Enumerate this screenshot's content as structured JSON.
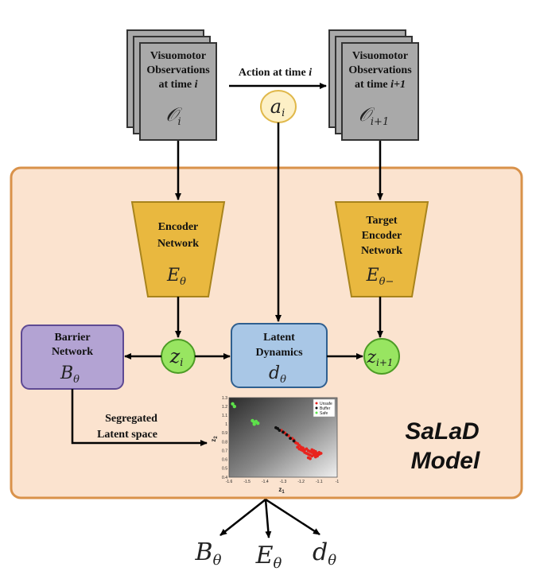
{
  "observations_left": {
    "line1": "Visuomotor",
    "line2": "Observations",
    "line3": "at time ",
    "line3_var": "i",
    "symbol": "𝒪",
    "symbol_sub": "i"
  },
  "observations_right": {
    "line1": "Visuomotor",
    "line2": "Observations",
    "line3": "at time ",
    "line3_var": "i+1",
    "symbol": "𝒪",
    "symbol_sub": "i+1"
  },
  "action": {
    "label": "Action at time ",
    "label_var": "i",
    "symbol": "a",
    "symbol_sub": "i"
  },
  "encoder": {
    "line1": "Encoder",
    "line2": "Network",
    "symbol": "E",
    "symbol_sub": "θ"
  },
  "target_encoder": {
    "line1": "Target",
    "line2": "Encoder",
    "line3": "Network",
    "symbol": "E",
    "symbol_sub": "θ−"
  },
  "barrier": {
    "line1": "Barrier",
    "line2": "Network",
    "symbol": "B",
    "symbol_sub": "θ"
  },
  "latent_dynamics": {
    "line1": "Latent",
    "line2": "Dynamics",
    "symbol": "d",
    "symbol_sub": "θ"
  },
  "z_i": {
    "symbol": "z",
    "symbol_sub": "i"
  },
  "z_next": {
    "symbol": "z",
    "symbol_sub": "i+1"
  },
  "segregated": {
    "line1": "Segregated",
    "line2": "Latent space"
  },
  "model": {
    "line1": "SaLaD",
    "line2": "Model"
  },
  "outputs": [
    {
      "symbol": "B",
      "symbol_sub": "θ"
    },
    {
      "symbol": "E",
      "symbol_sub": "θ"
    },
    {
      "symbol": "d",
      "symbol_sub": "θ"
    }
  ],
  "colors": {
    "model_fill": "#fbe3cf",
    "model_stroke": "#d9924a",
    "encoder_fill": "#e9b83f",
    "encoder_stroke": "#a8841c",
    "barrier_fill": "#b3a3d3",
    "barrier_stroke": "#5e4a93",
    "dynamics_fill": "#a9c7e6",
    "dynamics_stroke": "#2f5f8f",
    "latent_fill": "#98e561",
    "latent_stroke": "#4c9c25",
    "action_fill": "#fdf0c6",
    "action_stroke": "#e0b84a",
    "obs_fill": "#a9a9a9",
    "obs_stroke": "#333333"
  },
  "chart_data": {
    "type": "scatter",
    "xlabel": "z",
    "xlabel_sub": "1",
    "ylabel": "z",
    "ylabel_sub": "2",
    "xlim": [
      -1.6,
      -1.0
    ],
    "ylim": [
      0.4,
      1.3
    ],
    "xticks": [
      "-1.6",
      "-1.5",
      "-1.4",
      "-1.3",
      "-1.2",
      "-1.1",
      "-1"
    ],
    "yticks": [
      "0.4",
      "0.5",
      "0.6",
      "0.7",
      "0.8",
      "0.9",
      "1",
      "1.1",
      "1.2",
      "1.3"
    ],
    "legend_position": "top-right",
    "series": [
      {
        "name": "Unsafe",
        "color": "#e8231d",
        "points": [
          [
            -1.31,
            0.93
          ],
          [
            -1.29,
            0.9
          ],
          [
            -1.27,
            0.87
          ],
          [
            -1.25,
            0.84
          ],
          [
            -1.24,
            0.82
          ],
          [
            -1.23,
            0.79
          ],
          [
            -1.22,
            0.78
          ],
          [
            -1.21,
            0.76
          ],
          [
            -1.2,
            0.74
          ],
          [
            -1.19,
            0.73
          ],
          [
            -1.18,
            0.71
          ],
          [
            -1.17,
            0.72
          ],
          [
            -1.16,
            0.7
          ],
          [
            -1.15,
            0.69
          ],
          [
            -1.14,
            0.68
          ],
          [
            -1.13,
            0.67
          ],
          [
            -1.12,
            0.69
          ],
          [
            -1.11,
            0.67
          ],
          [
            -1.1,
            0.66
          ],
          [
            -1.19,
            0.7
          ],
          [
            -1.18,
            0.68
          ],
          [
            -1.16,
            0.66
          ],
          [
            -1.15,
            0.65
          ],
          [
            -1.14,
            0.64
          ],
          [
            -1.13,
            0.65
          ],
          [
            -1.12,
            0.63
          ],
          [
            -1.11,
            0.64
          ],
          [
            -1.17,
            0.67
          ],
          [
            -1.2,
            0.71
          ],
          [
            -1.21,
            0.72
          ],
          [
            -1.13,
            0.7
          ],
          [
            -1.12,
            0.66
          ],
          [
            -1.16,
            0.62
          ],
          [
            -1.15,
            0.61
          ],
          [
            -1.1,
            0.68
          ],
          [
            -1.14,
            0.71
          ],
          [
            -1.09,
            0.67
          ],
          [
            -1.22,
            0.74
          ]
        ]
      },
      {
        "name": "Buffer",
        "color": "#111111",
        "points": [
          [
            -1.34,
            0.96
          ],
          [
            -1.32,
            0.93
          ],
          [
            -1.3,
            0.91
          ],
          [
            -1.28,
            0.88
          ],
          [
            -1.26,
            0.84
          ],
          [
            -1.33,
            0.95
          ],
          [
            -1.24,
            0.81
          ]
        ]
      },
      {
        "name": "Safe",
        "color": "#5de14a",
        "points": [
          [
            -1.58,
            1.23
          ],
          [
            -1.57,
            1.2
          ],
          [
            -1.47,
            1.04
          ],
          [
            -1.46,
            1.02
          ],
          [
            -1.45,
            1.03
          ],
          [
            -1.46,
            1.0
          ],
          [
            -1.44,
            1.01
          ]
        ]
      }
    ]
  }
}
